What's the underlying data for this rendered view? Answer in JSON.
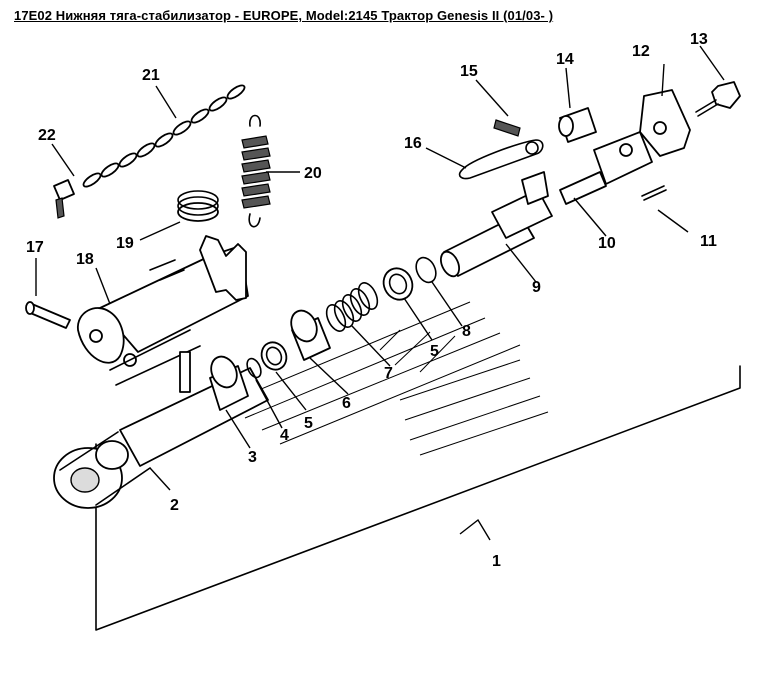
{
  "title": "17E02 Нижняя тяга-стабилизатор - EUROPE, Model:2145 Трактор Genesis II (01/03- )",
  "callouts": [
    {
      "id": "c1",
      "label": "1"
    },
    {
      "id": "c2",
      "label": "2"
    },
    {
      "id": "c3",
      "label": "3"
    },
    {
      "id": "c4",
      "label": "4"
    },
    {
      "id": "c5a",
      "label": "5"
    },
    {
      "id": "c5b",
      "label": "5"
    },
    {
      "id": "c6",
      "label": "6"
    },
    {
      "id": "c7",
      "label": "7"
    },
    {
      "id": "c8",
      "label": "8"
    },
    {
      "id": "c9",
      "label": "9"
    },
    {
      "id": "c10",
      "label": "10"
    },
    {
      "id": "c11",
      "label": "11"
    },
    {
      "id": "c12",
      "label": "12"
    },
    {
      "id": "c13",
      "label": "13"
    },
    {
      "id": "c14",
      "label": "14"
    },
    {
      "id": "c15",
      "label": "15"
    },
    {
      "id": "c16",
      "label": "16"
    },
    {
      "id": "c17",
      "label": "17"
    },
    {
      "id": "c18",
      "label": "18"
    },
    {
      "id": "c19",
      "label": "19"
    },
    {
      "id": "c20",
      "label": "20"
    },
    {
      "id": "c21",
      "label": "21"
    },
    {
      "id": "c22",
      "label": "22"
    }
  ]
}
